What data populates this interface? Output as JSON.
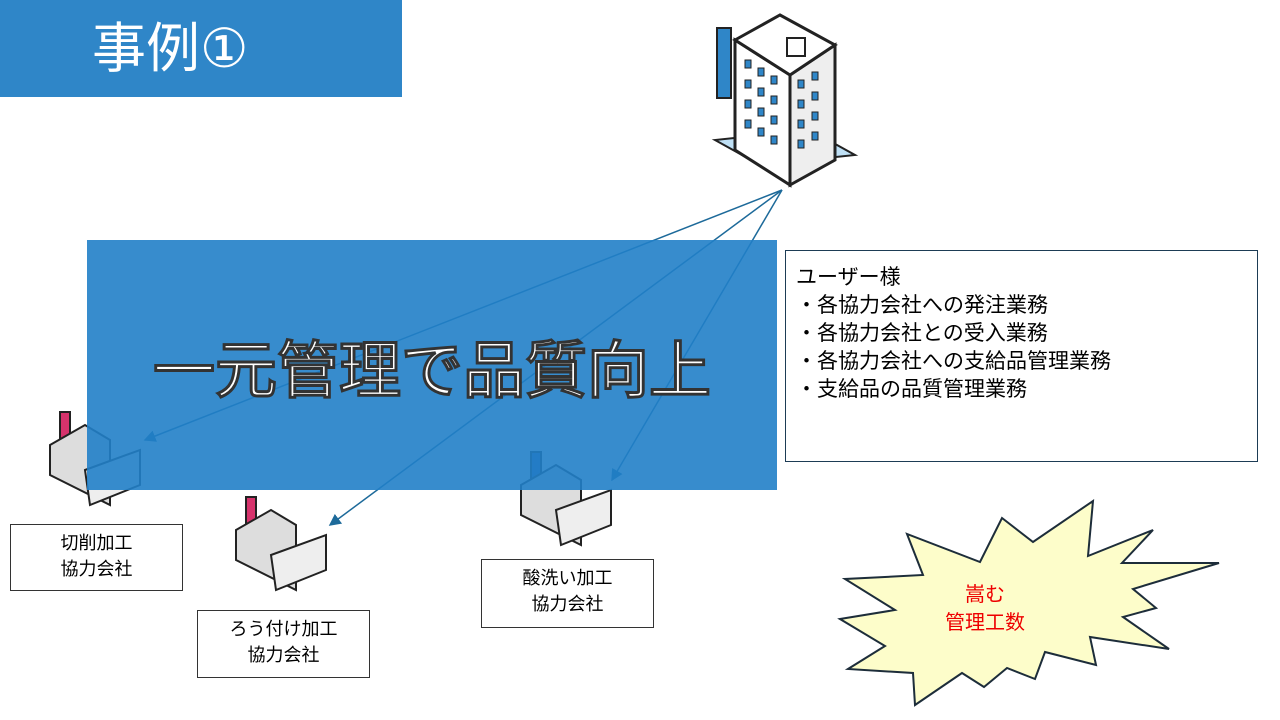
{
  "title": "事例①",
  "user_box": {
    "heading": "ユーザー様",
    "items": [
      "・各協力会社への発注業務",
      "・各協力会社との受入業務",
      "・各協力会社への支給品管理業務",
      "・支給品の品質管理業務"
    ]
  },
  "banner": "一元管理で品質向上",
  "factories": [
    {
      "line1": "切削加工",
      "line2": "協力会社"
    },
    {
      "line1": "ろう付け加工",
      "line2": "協力会社"
    },
    {
      "line1": "酸洗い加工",
      "line2": "協力会社"
    }
  ],
  "burst": {
    "line1": "嵩む",
    "line2": "管理工数"
  }
}
